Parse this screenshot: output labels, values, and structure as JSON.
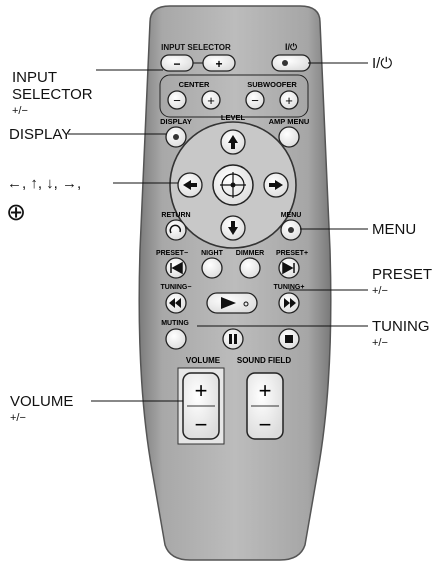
{
  "remote": {
    "btn_labels": {
      "input_selector": "INPUT SELECTOR",
      "power": "I/⏻",
      "center": "CENTER",
      "subwoofer": "SUBWOOFER",
      "level": "LEVEL",
      "display": "DISPLAY",
      "amp_menu": "AMP MENU",
      "return": "RETURN",
      "menu": "MENU",
      "preset_minus": "PRESET−",
      "night": "NIGHT",
      "dimmer": "DIMMER",
      "preset_plus": "PRESET+",
      "tuning_minus": "TUNING−",
      "tuning_plus": "TUNING+",
      "muting": "MUTING",
      "volume": "VOLUME",
      "sound_field": "SOUND FIELD",
      "minus": "−",
      "plus": "+"
    }
  },
  "callouts": {
    "input_selector_line1": "INPUT",
    "input_selector_line2": "SELECTOR",
    "input_selector_sub": "+/−",
    "display": "DISPLAY",
    "arrows": "←, ↑, ↓, →,",
    "enter_symbol": "⊕",
    "power": "I/⏻",
    "menu": "MENU",
    "preset": "PRESET",
    "preset_sub": "+/−",
    "tuning": "TUNING",
    "tuning_sub": "+/−",
    "volume": "VOLUME",
    "volume_sub": "+/−"
  },
  "icons": [
    "arrow-up-icon",
    "arrow-down-icon",
    "arrow-left-icon",
    "arrow-right-icon",
    "enter-icon",
    "play-icon",
    "pause-icon",
    "stop-icon",
    "prev-icon",
    "next-icon",
    "rewind-icon",
    "fast-forward-icon",
    "return-icon",
    "power-icon"
  ]
}
